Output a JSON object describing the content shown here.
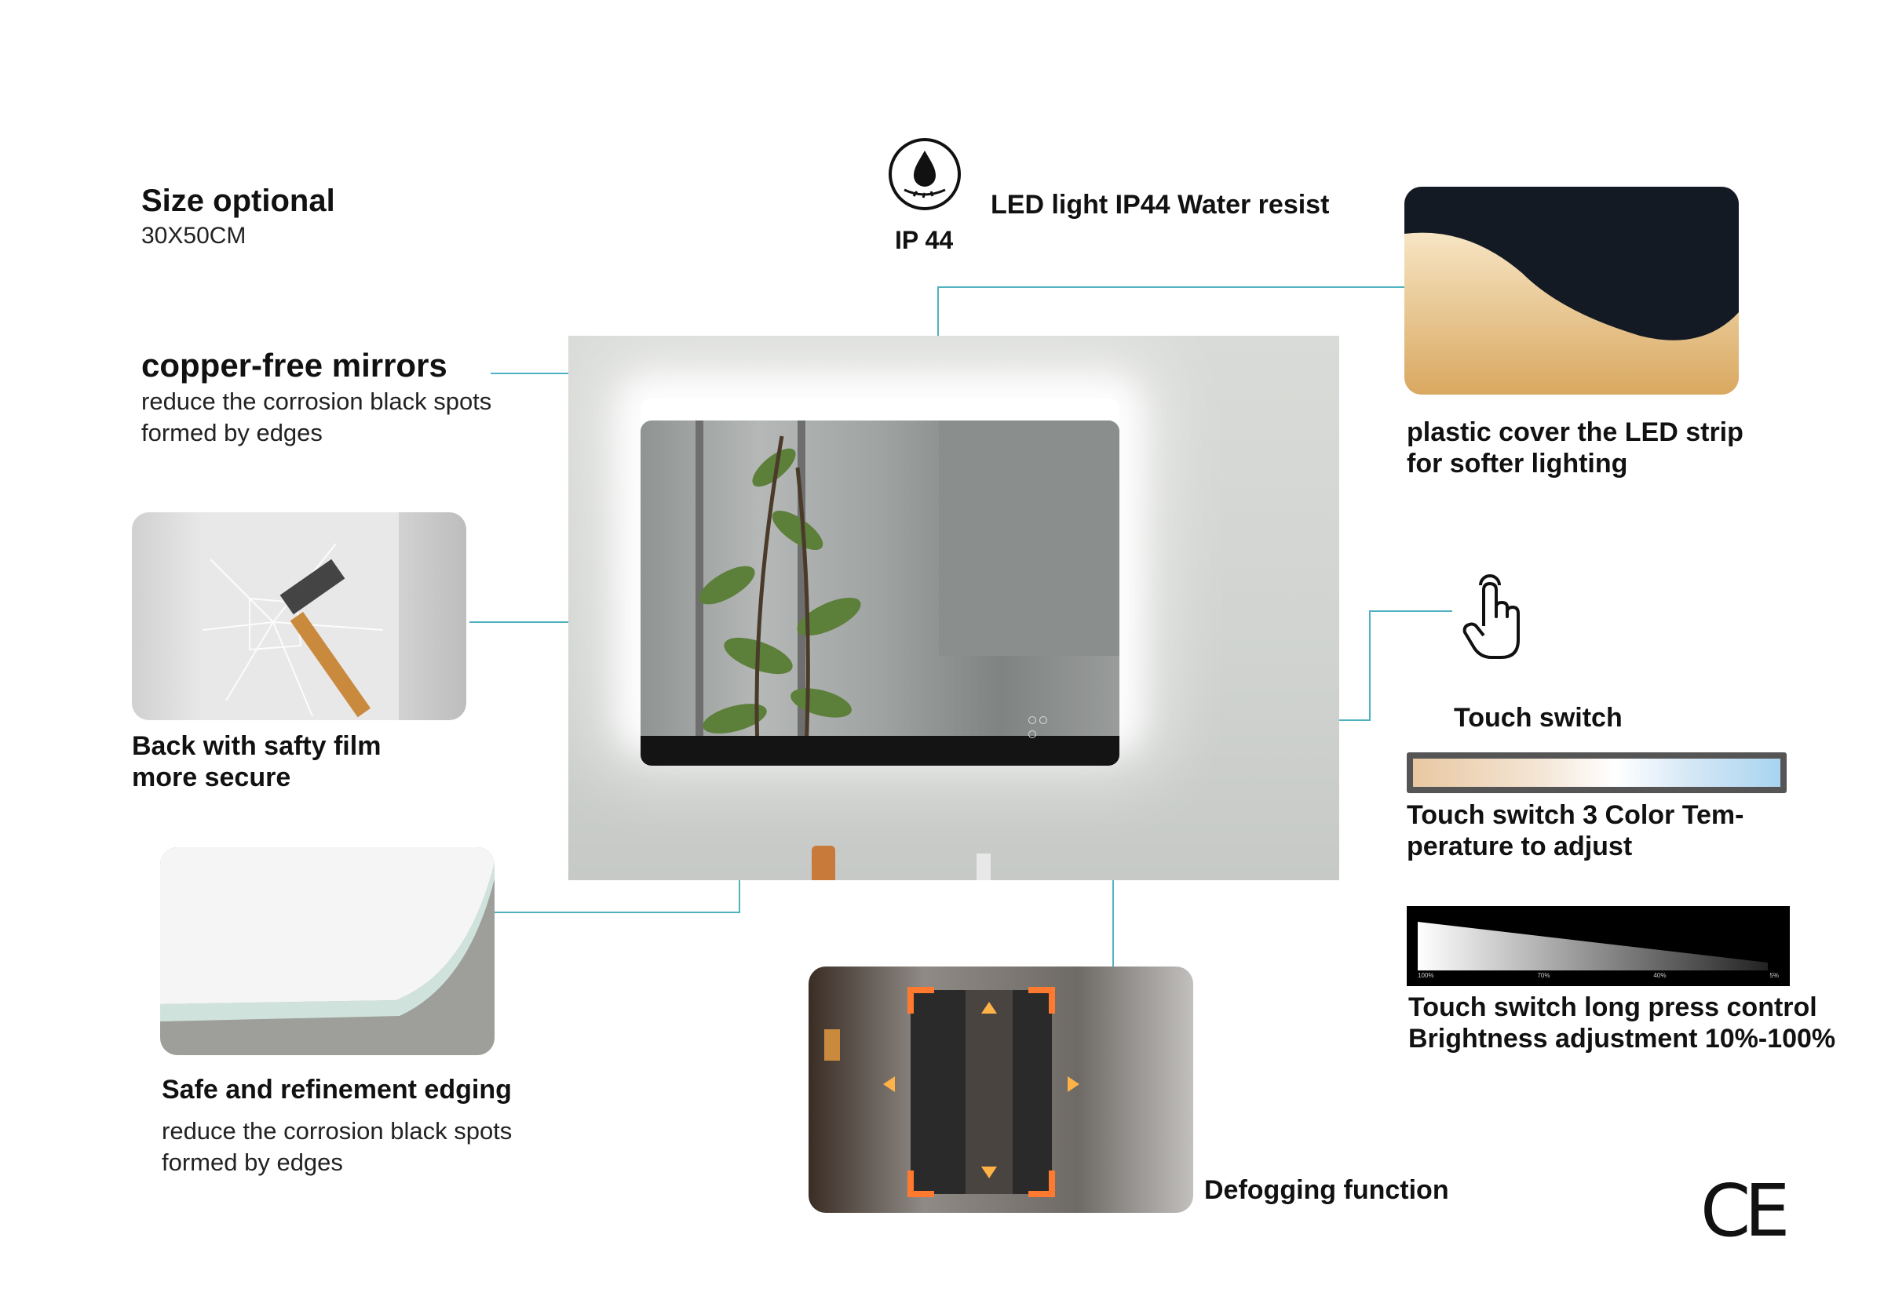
{
  "size": {
    "title": "Size optional",
    "value": "30X50CM"
  },
  "ip": {
    "badge": "IP 44",
    "caption": "LED light IP44 Water resist",
    "icon": "water-drop-icon"
  },
  "copper": {
    "title": "copper-free mirrors",
    "line1": "reduce the corrosion black spots",
    "line2": "formed by edges"
  },
  "safety": {
    "line1": "Back with safty film",
    "line2": "more secure"
  },
  "edging": {
    "title": "Safe and refinement edging",
    "line1": "reduce the corrosion black spots",
    "line2": "formed by edges"
  },
  "cover": {
    "line1": "plastic cover the LED strip",
    "line2": "for softer lighting"
  },
  "touch": {
    "label": "Touch switch",
    "icon": "touch-hand-icon"
  },
  "color_temp": {
    "line1": "Touch switch 3 Color Tem-",
    "line2": "perature to adjust"
  },
  "brightness": {
    "line1": "Touch switch long press control",
    "line2": "Brightness adjustment 10%-100%",
    "scale": [
      "100%",
      "70%",
      "40%",
      "5%"
    ]
  },
  "defog": {
    "label": "Defogging function"
  },
  "cert": {
    "mark": "CE"
  },
  "colors": {
    "accent": "#4fb3bf",
    "warm": "#e8c08a",
    "cool": "#a8d4f0"
  }
}
